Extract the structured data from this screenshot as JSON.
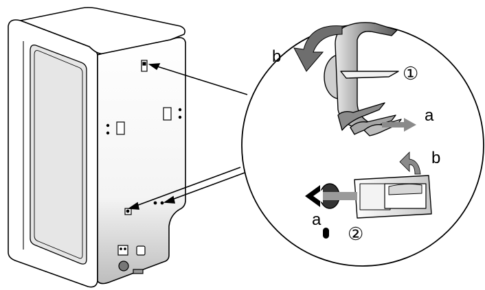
{
  "colors": {
    "stroke": "#000000",
    "panel_gray": "#e6e6e6",
    "shade_dark": "#6e6e6e",
    "arrow_gray": "#8a8a8a",
    "background": "#ffffff"
  },
  "callouts": {
    "step_1": "①",
    "step_2": "②",
    "label_a_top": "a",
    "label_b_top": "b",
    "label_a_bottom": "a",
    "label_b_bottom": "b"
  }
}
